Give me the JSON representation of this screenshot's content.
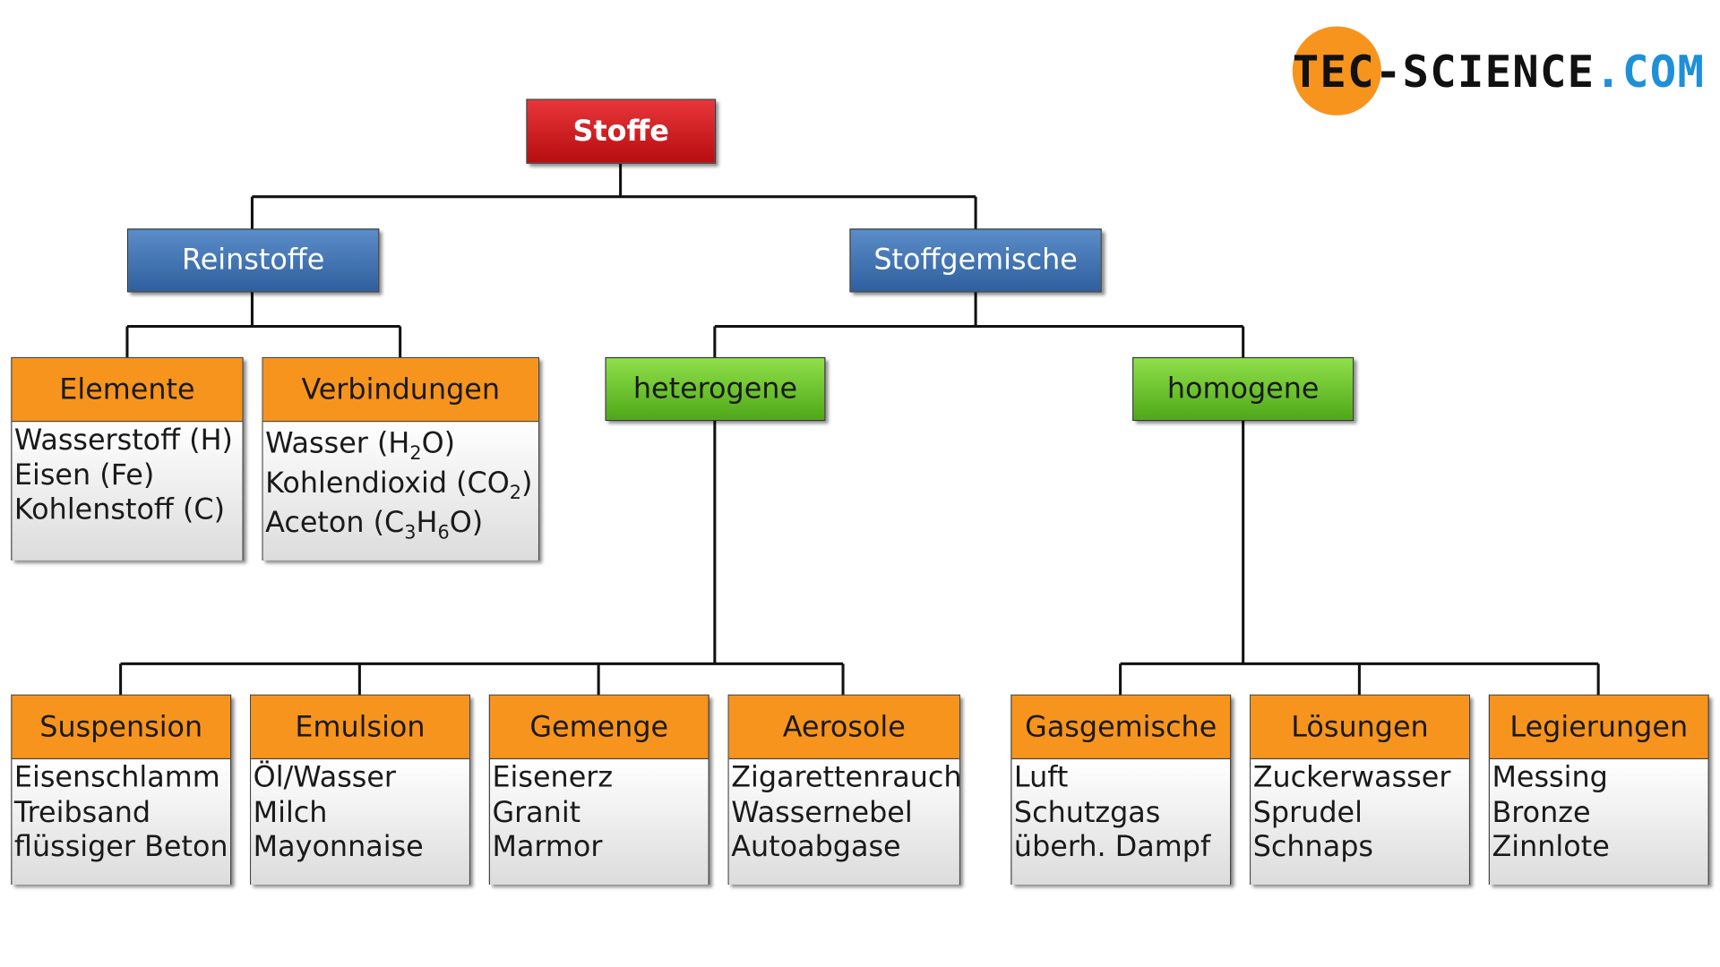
{
  "brand": {
    "name": "TEC-SCIENCE",
    "suffix": ".COM"
  },
  "root": {
    "label": "Stoffe"
  },
  "level1": {
    "left": "Reinstoffe",
    "right": "Stoffgemische"
  },
  "level2": {
    "left": "heterogene",
    "right": "homogene"
  },
  "reinstoffe": [
    {
      "title": "Elemente",
      "items": [
        "Wasserstoff (H)",
        "Eisen (Fe)",
        "Kohlenstoff (C)"
      ]
    },
    {
      "title": "Verbindungen",
      "items": [
        "Wasser (H2O)",
        "Kohlendioxid (CO2)",
        "Aceton (C3H6O)"
      ]
    }
  ],
  "heterogene": [
    {
      "title": "Suspension",
      "items": [
        "Eisenschlamm",
        "Treibsand",
        "flüssiger Beton"
      ]
    },
    {
      "title": "Emulsion",
      "items": [
        "Öl/Wasser",
        "Milch",
        "Mayonnaise"
      ]
    },
    {
      "title": "Gemenge",
      "items": [
        "Eisenerz",
        "Granit",
        "Marmor"
      ]
    },
    {
      "title": "Aerosole",
      "items": [
        "Zigarettenrauch",
        "Wassernebel",
        "Autoabgase"
      ]
    }
  ],
  "homogene": [
    {
      "title": "Gasgemische",
      "items": [
        "Luft",
        "Schutzgas",
        "überh. Dampf"
      ]
    },
    {
      "title": "Lösungen",
      "items": [
        "Zuckerwasser",
        "Sprudel",
        "Schnaps"
      ]
    },
    {
      "title": "Legierungen",
      "items": [
        "Messing",
        "Bronze",
        "Zinnlote"
      ]
    }
  ],
  "colors": {
    "root": "#c8151a",
    "level1": "#3f6fae",
    "level2": "#6cc42e",
    "leaf_header": "#f7941d",
    "logo_circle": "#f7941d",
    "logo_accent": "#1f8fd8"
  }
}
